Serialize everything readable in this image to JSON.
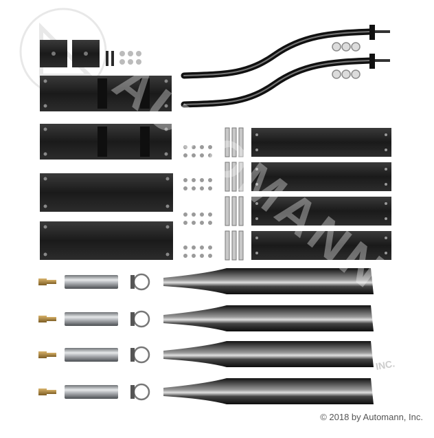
{
  "image": {
    "copyright": "© 2018 by Automann, Inc.",
    "watermark_text": "AUTOMANN",
    "watermark_sub": "INC.",
    "colors": {
      "background": "#ffffff",
      "panel_black": "#1b1b1b",
      "panel_edge": "#3a3a3a",
      "steel": "#b9bcc0",
      "brass": "#b08a3e",
      "watermark": "#d9d9d9"
    }
  }
}
